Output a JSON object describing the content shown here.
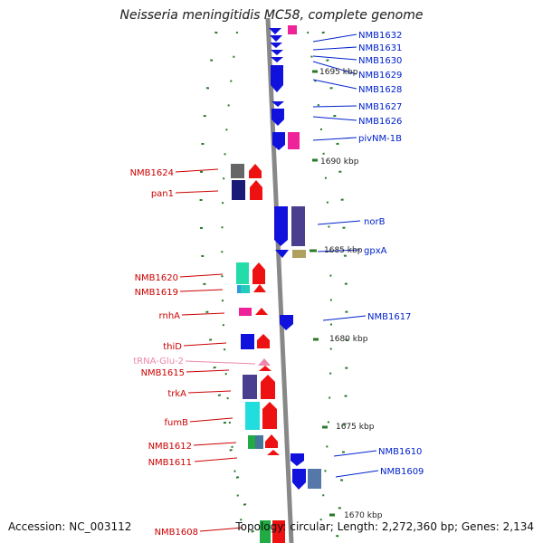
{
  "title": "Neisseria meningitidis MC58, complete genome",
  "footer": {
    "accession": "Accession: NC_003112",
    "summary": "Topology: circular; Length: 2,272,360 bp; Genes: 2,134"
  },
  "colors": {
    "forward_label": "#0022cc",
    "reverse_label": "#cc0000",
    "trna_label": "#ee88aa",
    "axis": "#888888",
    "tick_marks": "#2a7a2a"
  },
  "ticks": [
    "1695 kbp",
    "1690 kbp",
    "1685 kbp",
    "1680 kbp",
    "1675 kbp",
    "1670 kbp"
  ],
  "forward_labels": [
    "NMB1632",
    "NMB1631",
    "NMB1630",
    "NMB1629",
    "NMB1628",
    "NMB1627",
    "NMB1626",
    "pivNM-1B",
    "norB",
    "gpxA",
    "NMB1617",
    "NMB1610",
    "NMB1609"
  ],
  "reverse_labels": [
    "NMB1624",
    "pan1",
    "NMB1620",
    "NMB1619",
    "rnhA",
    "thiD",
    "tRNA-Glu-2",
    "NMB1615",
    "trkA",
    "fumB",
    "NMB1612",
    "NMB1611",
    "NMB1608"
  ]
}
